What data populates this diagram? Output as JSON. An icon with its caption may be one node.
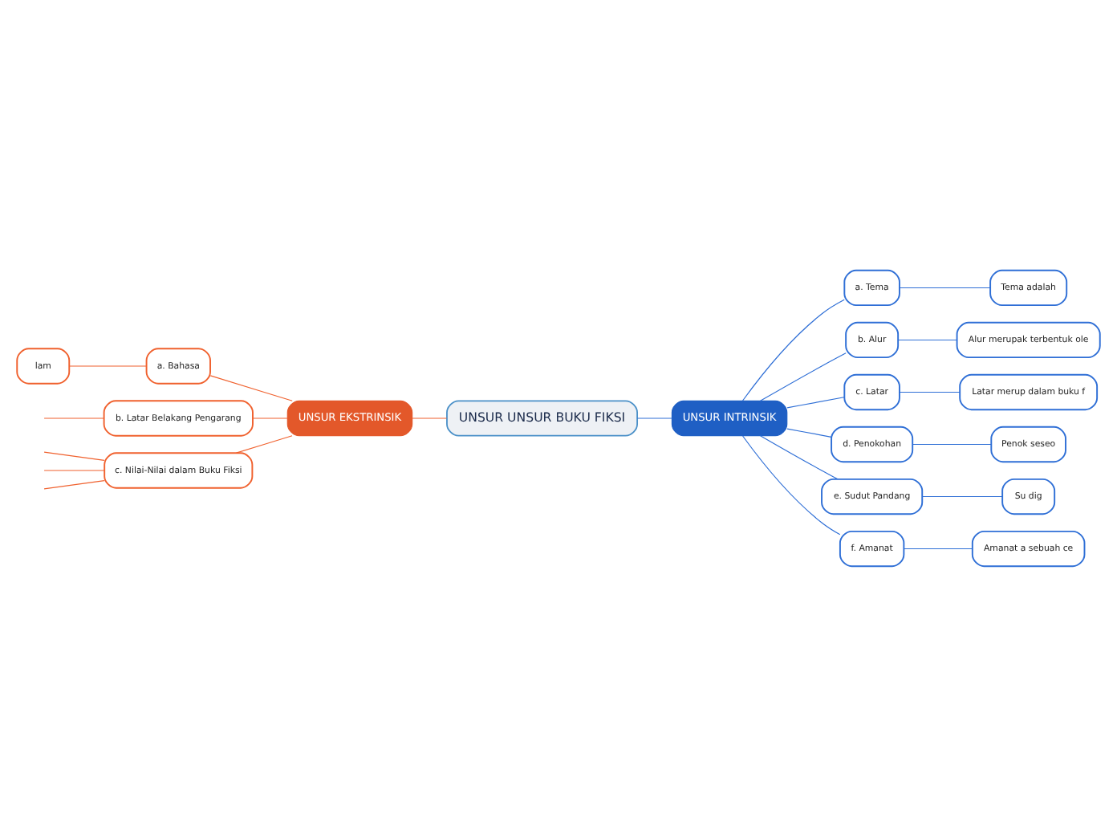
{
  "diagram": {
    "nodes": [
      {
        "text": [
          "UNSUR UNSUR BUKU FIKSI"
        ]
      },
      {
        "text": [
          "UNSUR EKSTRINSIK"
        ]
      },
      {
        "text": [
          "UNSUR INTRINSIK"
        ]
      },
      {
        "text": [
          "lam"
        ]
      },
      {
        "text": [
          "a. Bahasa"
        ]
      },
      {
        "text": [
          "b. Latar Belakang Pengarang"
        ]
      },
      {
        "text": [
          "c. Nilai-Nilai dalam Buku Fiksi"
        ]
      },
      {
        "text": [
          "a. Tema"
        ]
      },
      {
        "text": [
          "Tema adalah"
        ]
      },
      {
        "text": [
          "b. Alur"
        ]
      },
      {
        "text": [
          "Alur merupak terbentuk ole"
        ]
      },
      {
        "text": [
          "c. Latar"
        ]
      },
      {
        "text": [
          "Latar merup dalam buku f"
        ]
      },
      {
        "text": [
          "d. Penokohan"
        ]
      },
      {
        "text": [
          "Penok seseo"
        ]
      },
      {
        "text": [
          "e. Sudut Pandang"
        ]
      },
      {
        "text": [
          "Su dig"
        ]
      },
      {
        "text": [
          "f. Amanat"
        ]
      },
      {
        "text": [
          "Amanat a sebuah ce"
        ]
      }
    ],
    "edges": [
      {
        "from": 1,
        "to": 0,
        "arrow": "none",
        "color": "#f0612e"
      },
      {
        "from": 0,
        "to": 2,
        "arrow": "none"
      },
      {
        "from": 4,
        "to": 1,
        "arrow": "none",
        "color": "#f0612e"
      },
      {
        "from": 5,
        "to": 1,
        "arrow": "none",
        "color": "#f0612e"
      },
      {
        "from": 6,
        "to": 1,
        "arrow": "none",
        "color": "#f0612e"
      },
      {
        "from": 3,
        "to": 4,
        "arrow": "none",
        "color": "#f0612e"
      },
      {
        "from": null,
        "to": 5,
        "arrow": "none",
        "color": "#f0612e"
      },
      {
        "from": null,
        "to": 6,
        "arrow": "none",
        "color": "#f0612e"
      },
      {
        "from": null,
        "to": 6,
        "arrow": "none",
        "color": "#f0612e"
      },
      {
        "from": null,
        "to": 6,
        "arrow": "none",
        "color": "#f0612e"
      },
      {
        "from": 2,
        "to": 7,
        "arrow": "none"
      },
      {
        "from": 2,
        "to": 9,
        "arrow": "none"
      },
      {
        "from": 2,
        "to": 11,
        "arrow": "none"
      },
      {
        "from": 2,
        "to": 13,
        "arrow": "none"
      },
      {
        "from": 2,
        "to": 15,
        "arrow": "none"
      },
      {
        "from": 2,
        "to": 17,
        "arrow": "none"
      },
      {
        "from": 7,
        "to": 8,
        "arrow": "none"
      },
      {
        "from": 9,
        "to": 10,
        "arrow": "none"
      },
      {
        "from": 11,
        "to": 12,
        "arrow": "none"
      },
      {
        "from": 13,
        "to": 14,
        "arrow": "none"
      },
      {
        "from": 15,
        "to": 16,
        "arrow": "none"
      },
      {
        "from": 17,
        "to": 18,
        "arrow": "none"
      }
    ]
  }
}
